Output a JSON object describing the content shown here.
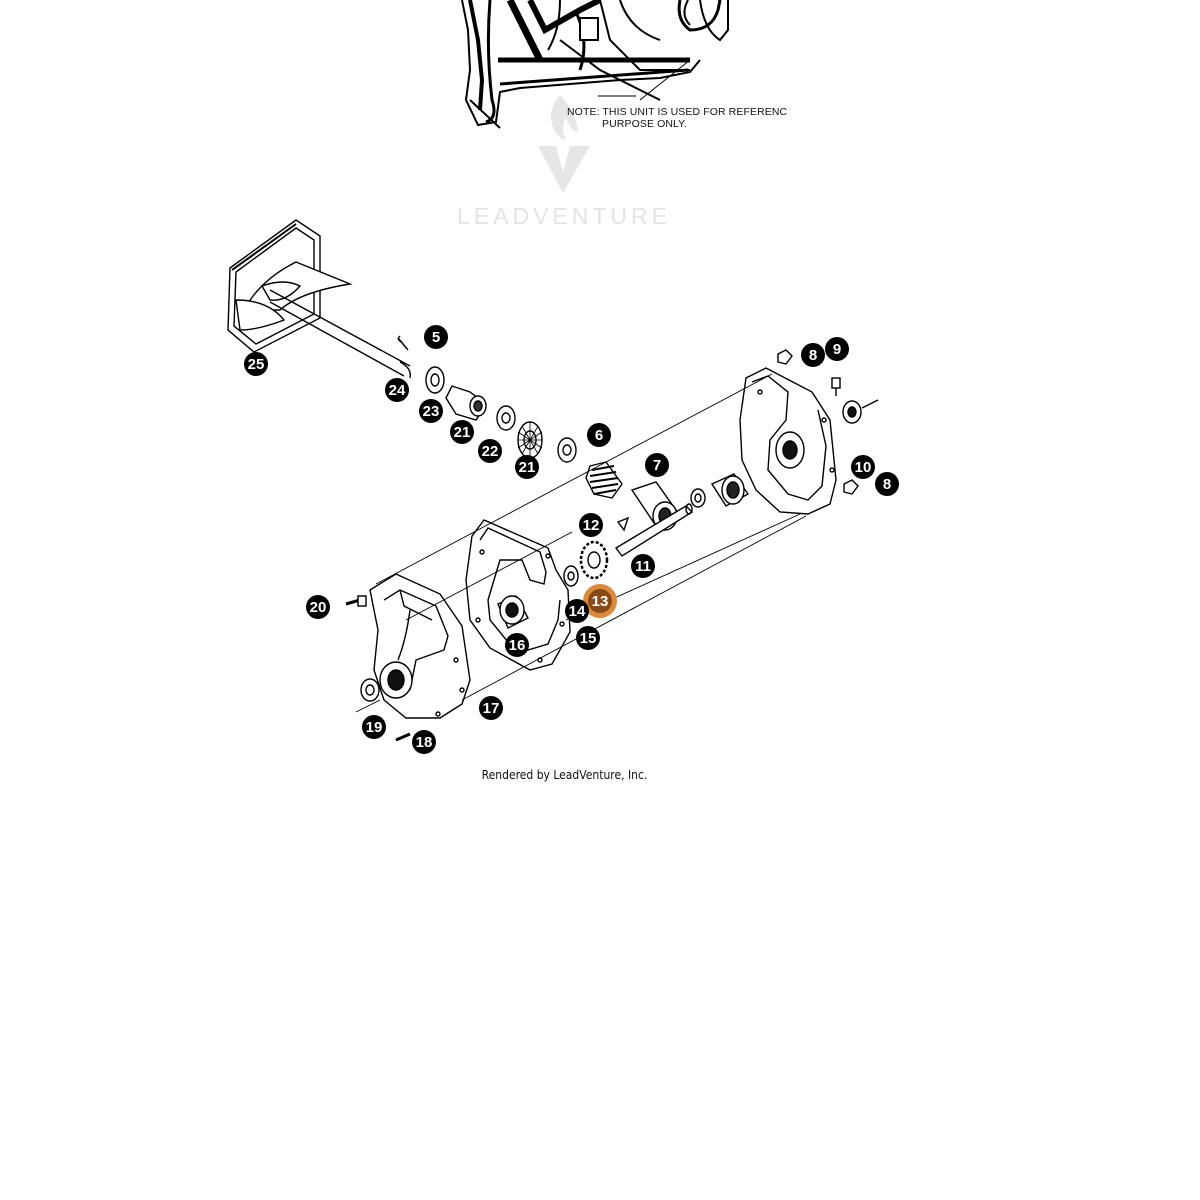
{
  "note": {
    "line1": "NOTE: THIS UNIT IS USED FOR REFERENC",
    "line2": "PURPOSE ONLY."
  },
  "watermark": {
    "text": "LEADVENTURE",
    "icon": "flame-v-logo-icon",
    "color": "#e4e4e4"
  },
  "footer": {
    "rendered_by": "Rendered by LeadVenture, Inc."
  },
  "highlight_color": "#d98a3c",
  "callouts": [
    {
      "id": "5",
      "label": "5",
      "highlighted": false
    },
    {
      "id": "25",
      "label": "25",
      "highlighted": false
    },
    {
      "id": "24",
      "label": "24",
      "highlighted": false
    },
    {
      "id": "23",
      "label": "23",
      "highlighted": false
    },
    {
      "id": "21a",
      "label": "21",
      "highlighted": false
    },
    {
      "id": "22",
      "label": "22",
      "highlighted": false
    },
    {
      "id": "21b",
      "label": "21",
      "highlighted": false
    },
    {
      "id": "6",
      "label": "6",
      "highlighted": false
    },
    {
      "id": "7",
      "label": "7",
      "highlighted": false
    },
    {
      "id": "8a",
      "label": "8",
      "highlighted": false
    },
    {
      "id": "9",
      "label": "9",
      "highlighted": false
    },
    {
      "id": "10",
      "label": "10",
      "highlighted": false
    },
    {
      "id": "8b",
      "label": "8",
      "highlighted": false
    },
    {
      "id": "12",
      "label": "12",
      "highlighted": false
    },
    {
      "id": "11",
      "label": "11",
      "highlighted": false
    },
    {
      "id": "13",
      "label": "13",
      "highlighted": true
    },
    {
      "id": "14",
      "label": "14",
      "highlighted": false
    },
    {
      "id": "15",
      "label": "15",
      "highlighted": false
    },
    {
      "id": "16",
      "label": "16",
      "highlighted": false
    },
    {
      "id": "20",
      "label": "20",
      "highlighted": false
    },
    {
      "id": "17",
      "label": "17",
      "highlighted": false
    },
    {
      "id": "19",
      "label": "19",
      "highlighted": false
    },
    {
      "id": "18",
      "label": "18",
      "highlighted": false
    }
  ]
}
